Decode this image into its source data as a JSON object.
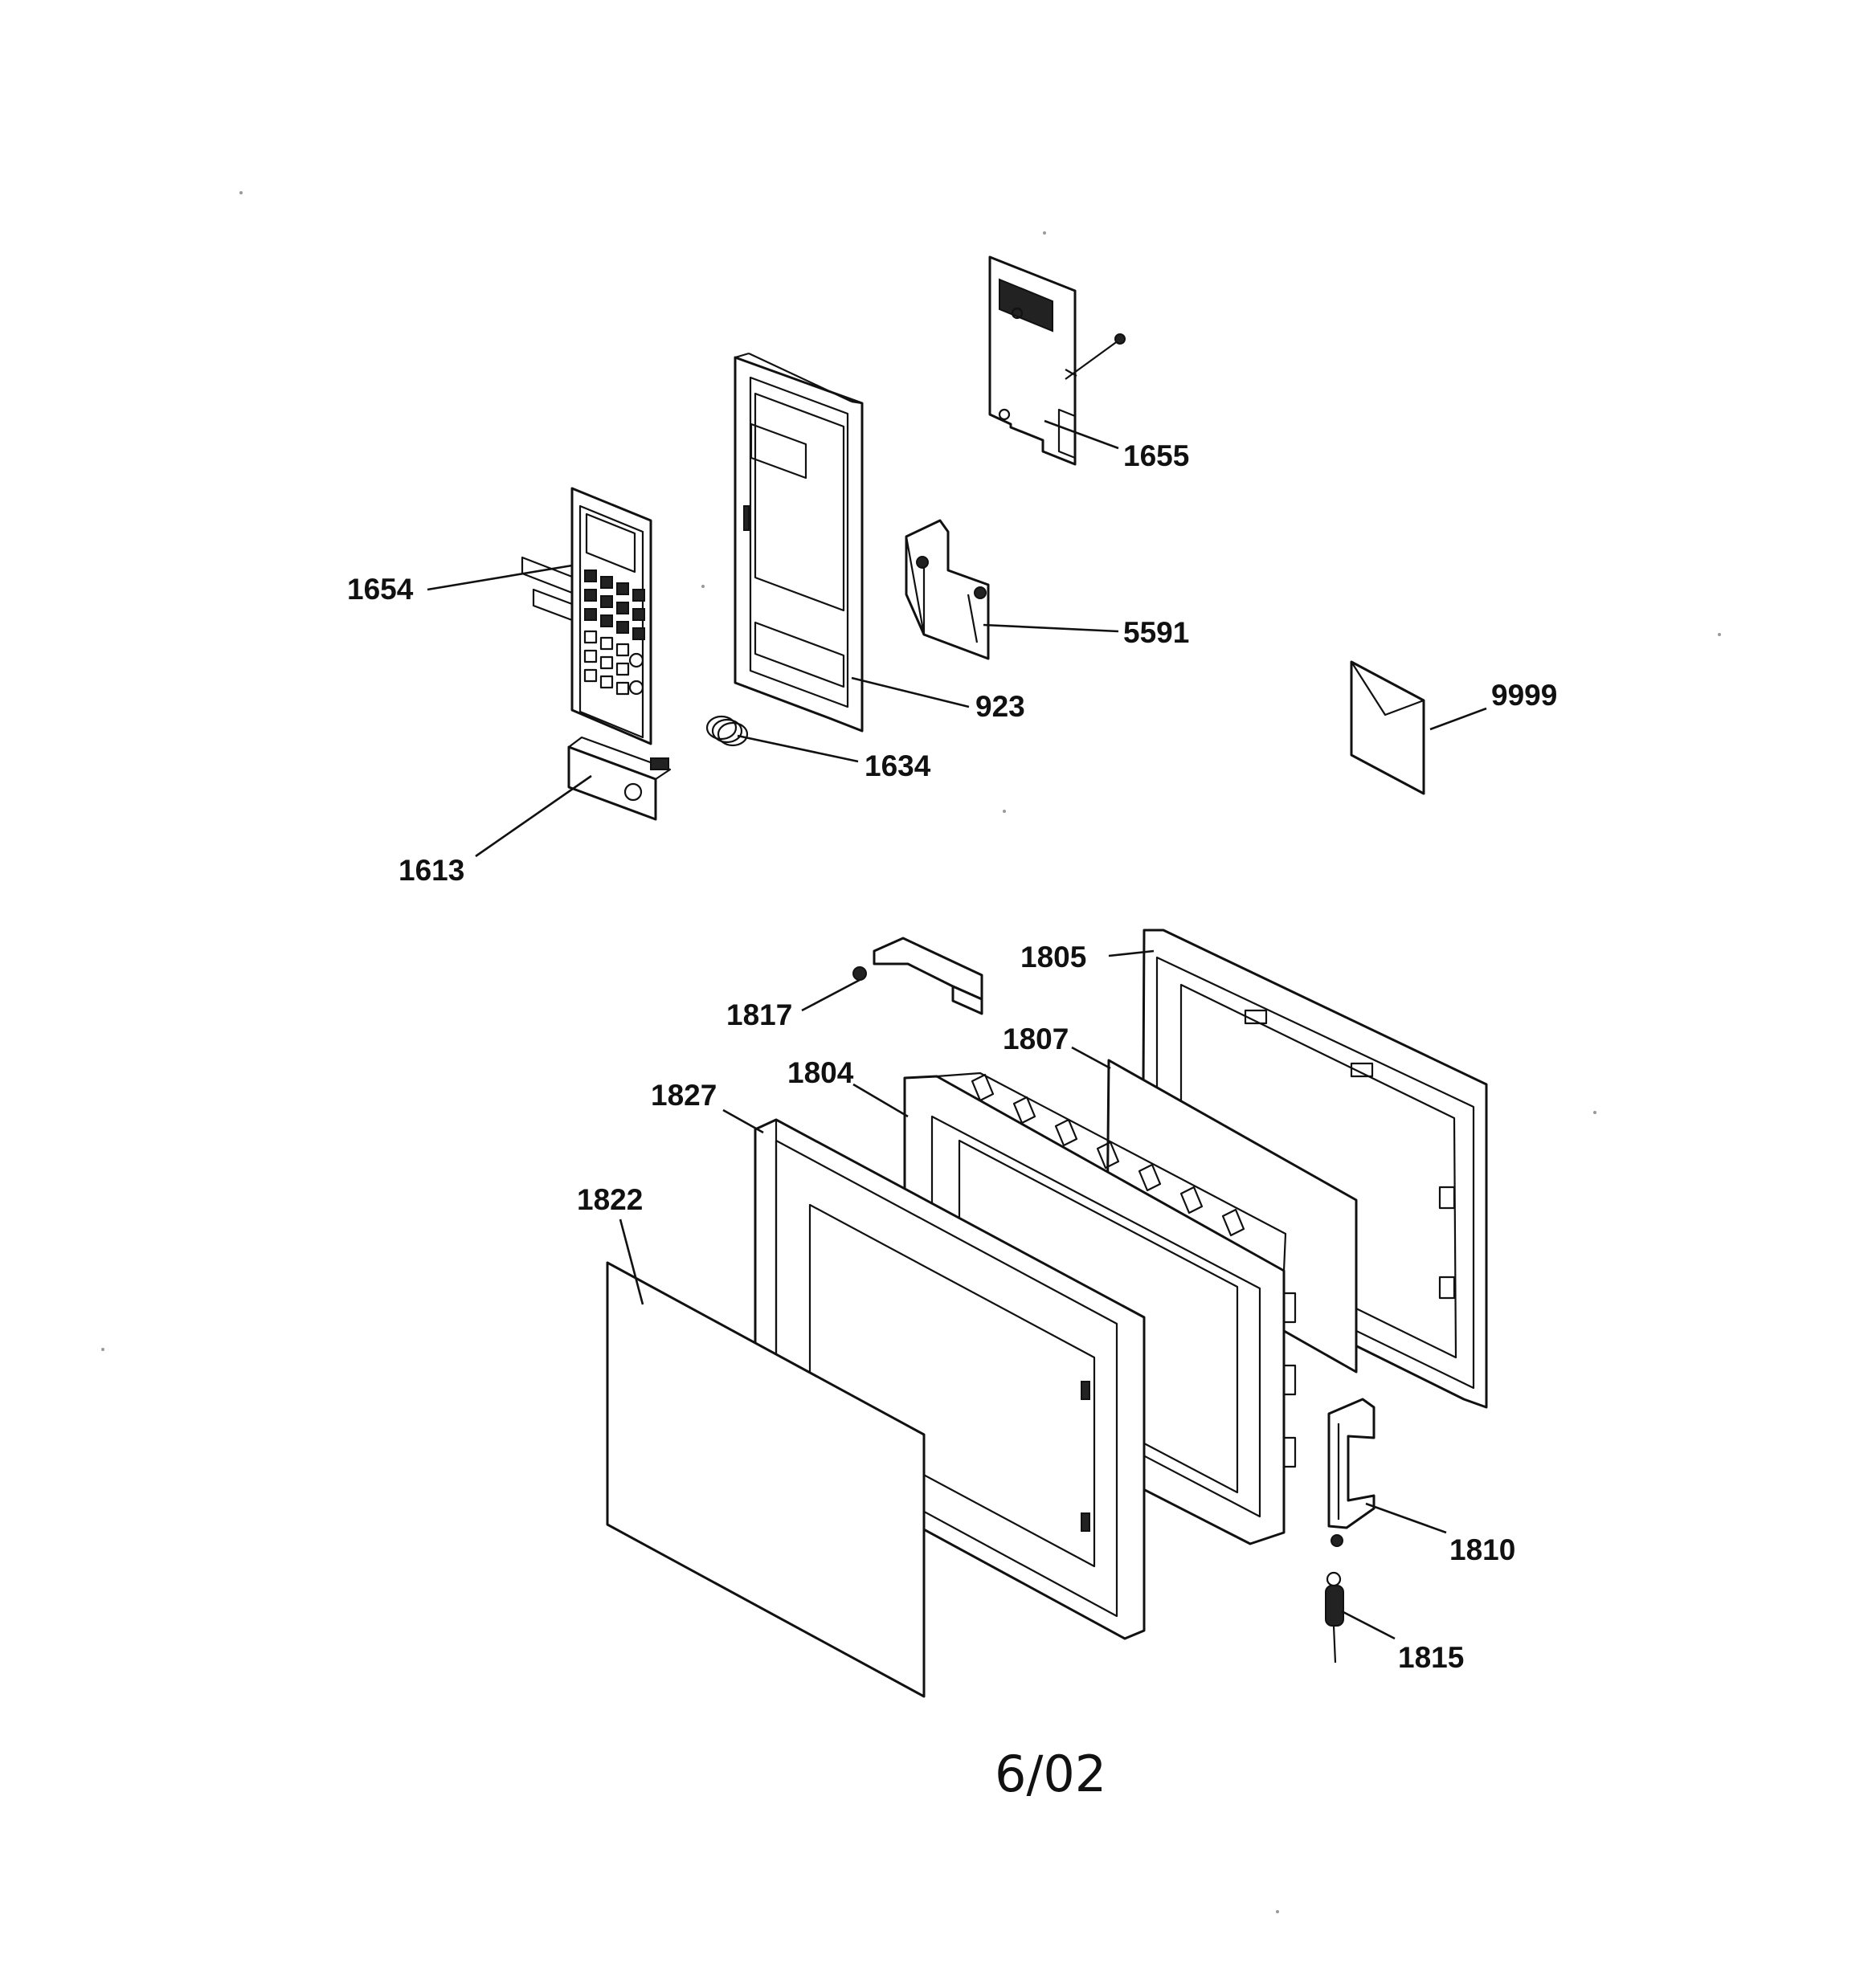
{
  "callouts": [
    {
      "id": "1655",
      "text": "1655"
    },
    {
      "id": "1654",
      "text": "1654"
    },
    {
      "id": "5591",
      "text": "5591"
    },
    {
      "id": "923",
      "text": "923"
    },
    {
      "id": "9999",
      "text": "9999"
    },
    {
      "id": "1634",
      "text": "1634"
    },
    {
      "id": "1613",
      "text": "1613"
    },
    {
      "id": "1805",
      "text": "1805"
    },
    {
      "id": "1817",
      "text": "1817"
    },
    {
      "id": "1807",
      "text": "1807"
    },
    {
      "id": "1804",
      "text": "1804"
    },
    {
      "id": "1827",
      "text": "1827"
    },
    {
      "id": "1822",
      "text": "1822"
    },
    {
      "id": "1810",
      "text": "1810"
    },
    {
      "id": "1815",
      "text": "1815"
    }
  ],
  "footer": {
    "date": "6/02"
  }
}
